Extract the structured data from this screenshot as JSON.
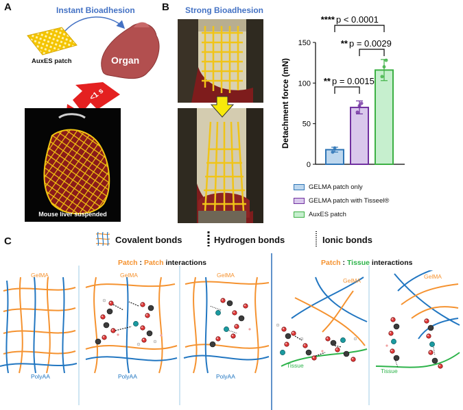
{
  "panels": {
    "A": {
      "letter": "A",
      "title": "Instant Bioadhesion",
      "patch_label": "AuxES patch",
      "organ_label": "Organ",
      "arrow_label": "<1 s",
      "photo_caption": "Mouse liver suspended"
    },
    "B": {
      "letter": "B",
      "title": "Strong Bioadhesion"
    },
    "C": {
      "letter": "C",
      "legend": {
        "covalent": "Covalent bonds",
        "hydrogen": "Hydrogen bonds",
        "ionic": "Ionic bonds"
      },
      "patch_patch_title": {
        "part1": "Patch",
        "sep": " : ",
        "part2": "Patch",
        "rest": " interactions"
      },
      "patch_tissue_title": {
        "part1": "Patch",
        "sep": " : ",
        "part2": "Tissue",
        "rest": " interactions"
      },
      "labels": {
        "gelma": "GelMA",
        "polyaa": "PolyAA",
        "tissue": "Tissue"
      }
    }
  },
  "colors": {
    "blue_title": "#4472c4",
    "orange": "#f5922f",
    "blue_line": "#2176c1",
    "tissue_green": "#2db34a",
    "bar1_fill": "#bdd7ee",
    "bar1_edge": "#2e75b6",
    "bar2_fill": "#d9c8ec",
    "bar2_edge": "#7030a0",
    "bar3_fill": "#c6efce",
    "bar3_edge": "#3cb043"
  },
  "chart_data": {
    "type": "bar",
    "categories": [
      "GELMA patch only",
      "GELMA patch with Tisseel®",
      "AuxES patch"
    ],
    "values": [
      18,
      70,
      116
    ],
    "errors": [
      3,
      8,
      13
    ],
    "points": [
      [
        15,
        20
      ],
      [
        64,
        72,
        75
      ],
      [
        108,
        120,
        128
      ]
    ],
    "ylabel": "Detachment force (mN)",
    "ylim": [
      0,
      150
    ],
    "yticks": [
      "0",
      "50",
      "100",
      "150"
    ],
    "legend": [
      "GELMA patch only",
      "GELMA patch with Tisseel®",
      "AuxES patch"
    ],
    "significance": [
      {
        "stars": "**",
        "text": "p = 0.0015"
      },
      {
        "stars": "**",
        "text": "p = 0.0029"
      },
      {
        "stars": "****",
        "text": "p < 0.0001"
      }
    ]
  }
}
